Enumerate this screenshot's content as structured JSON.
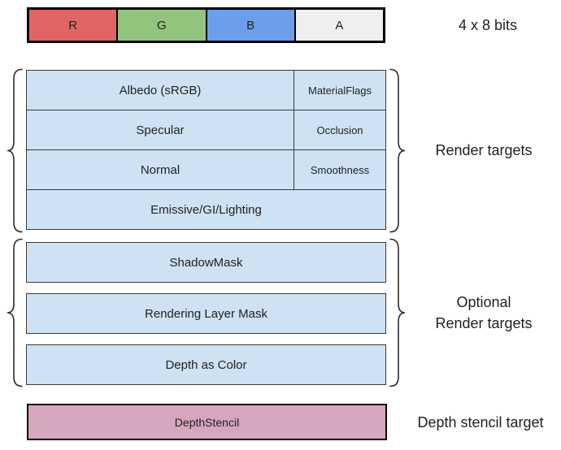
{
  "figure": {
    "channel_bar": {
      "caption": "4 x 8 bits",
      "channels": [
        {
          "label": "R",
          "color": "#E06666"
        },
        {
          "label": "G",
          "color": "#93C47D"
        },
        {
          "label": "B",
          "color": "#6D9EEB"
        },
        {
          "label": "A",
          "color": "#EFEFEF"
        }
      ]
    },
    "render_targets": {
      "label": "Render targets",
      "rows": [
        {
          "main": "Albedo (sRGB)",
          "alpha": "MaterialFlags"
        },
        {
          "main": "Specular",
          "alpha": "Occlusion"
        },
        {
          "main": "Normal",
          "alpha": "Smoothness"
        },
        {
          "main": "Emissive/GI/Lighting"
        }
      ]
    },
    "optional_render_targets": {
      "label_lines": [
        "Optional",
        "Render targets"
      ],
      "boxes": [
        "ShadowMask",
        "Rendering Layer Mask",
        "Depth as Color"
      ]
    },
    "depth_stencil": {
      "box_label": "DepthStencil",
      "label": "Depth stencil target",
      "color": "#D5A6BD"
    },
    "colors": {
      "buffer_fill": "#CFE2F3",
      "border_dark": "#3a3a3a"
    }
  }
}
